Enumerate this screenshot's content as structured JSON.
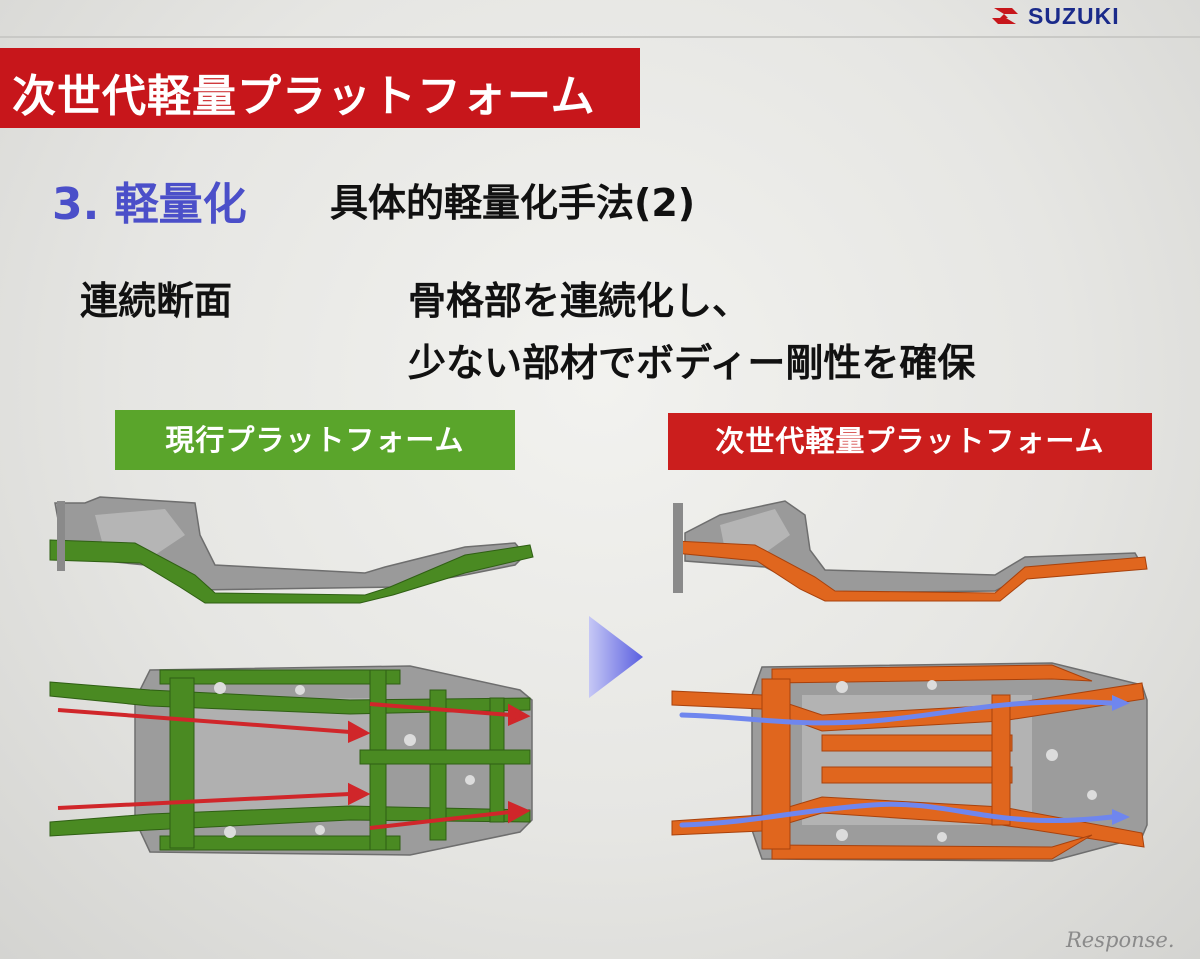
{
  "brand": {
    "name": "SUZUKI",
    "mark": "suzuki-s-logo"
  },
  "title": "次世代軽量プラットフォーム",
  "section": {
    "number": "3. 軽量化",
    "subtitle": "具体的軽量化手法(2)"
  },
  "topic": {
    "label": "連続断面",
    "description_line1": "骨格部を連続化し、",
    "description_line2": "少ない部材でボディー剛性を確保"
  },
  "comparison": {
    "current_label": "現行プラットフォーム",
    "next_label": "次世代軽量プラットフォーム",
    "arrow_icon": "right-triangle-arrow"
  },
  "watermark": "Response.",
  "colors": {
    "title_band": "#c7161b",
    "section_number": "#4b4fc9",
    "current_frame": "#4a8a22",
    "current_tag": "#5aa52b",
    "next_frame": "#e0661e",
    "next_tag": "#cb1e1d",
    "red_arrows": "#d0262a",
    "blue_arrows": "#6f86ee"
  }
}
